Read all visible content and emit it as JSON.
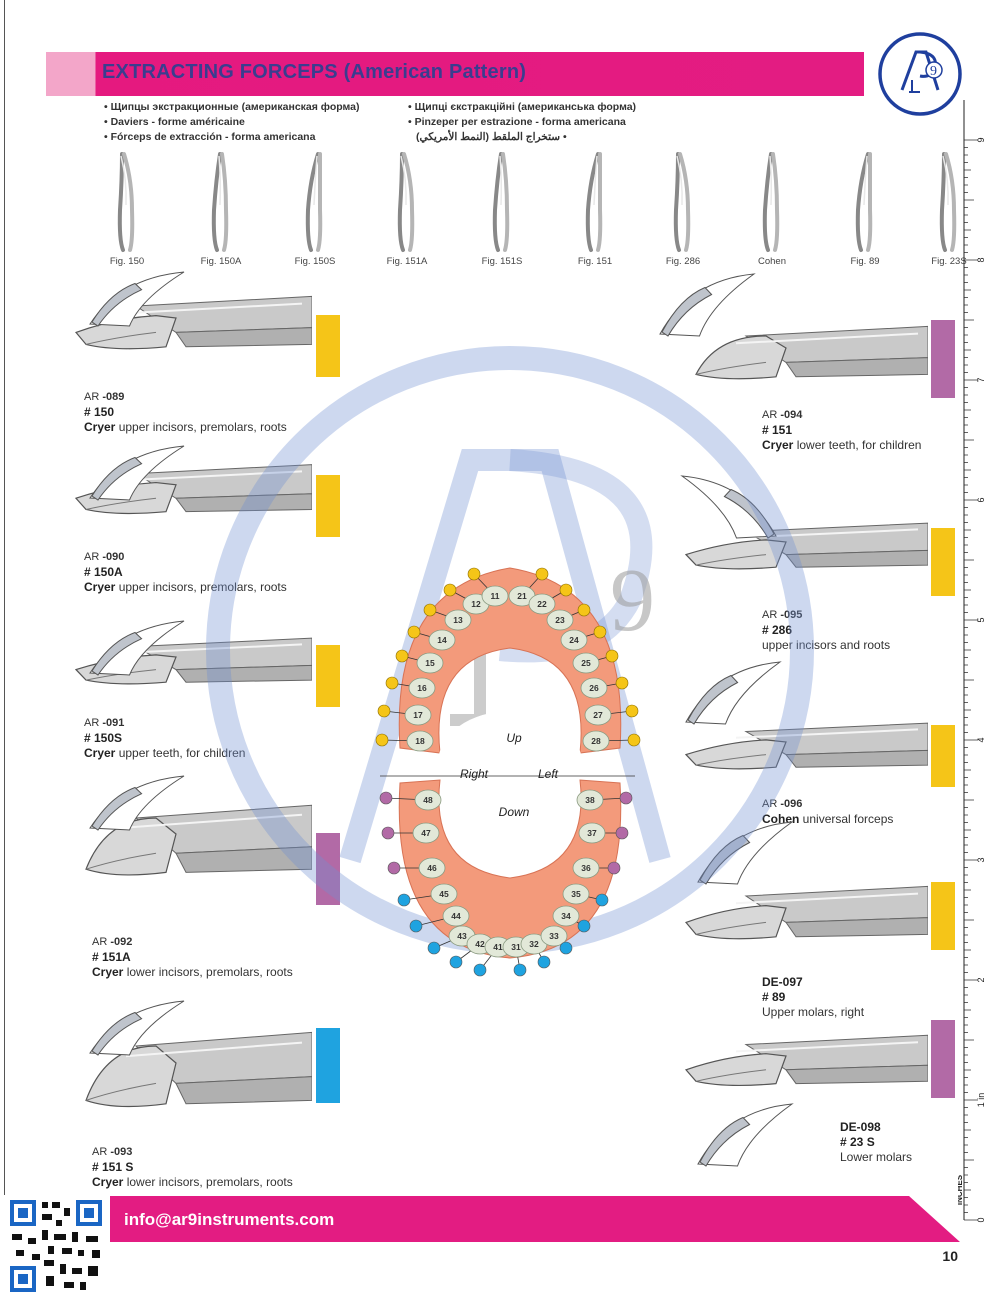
{
  "header": {
    "title": "EXTRACTING FORCEPS (American Pattern)",
    "translations_left": [
      "Щипцы экстракционные (американская форма)",
      "Daviers - forme américaine",
      "Fórceps de extracción - forma americana"
    ],
    "translations_right": [
      "Щипці єкстракційні (американська форма)",
      "Pinzeper per estrazione - forma americana",
      "ستخراج الملقط (النمط الأمريكي)"
    ]
  },
  "figures": [
    "Fig. 150",
    "Fig. 150A",
    "Fig. 150S",
    "Fig. 151A",
    "Fig. 151S",
    "Fig. 151",
    "Fig. 286",
    "Cohen",
    "Fig. 89",
    "Fig. 23S"
  ],
  "products_left": [
    {
      "prefix": "AR",
      "code": "-089",
      "number": "# 150",
      "name": "Cryer",
      "desc": " upper incisors, premolars, roots",
      "color": "#f5c518"
    },
    {
      "prefix": "AR",
      "code": "-090",
      "number": "# 150A",
      "name": "Cryer",
      "desc": " upper incisors, premolars, roots",
      "color": "#f5c518"
    },
    {
      "prefix": "AR",
      "code": "-091",
      "number": "# 150S",
      "name": "Cryer",
      "desc": " upper teeth, for children",
      "color": "#f5c518"
    },
    {
      "prefix": "AR",
      "code": "-092",
      "number": "# 151A",
      "name": "Cryer",
      "desc": " lower incisors, premolars, roots",
      "color": "#b26aa6"
    },
    {
      "prefix": "AR",
      "code": "-093",
      "number": "# 151 S",
      "name": "Cryer",
      "desc": " lower incisors, premolars, roots",
      "color": "#1fa3e0"
    }
  ],
  "products_right": [
    {
      "prefix": "AR",
      "code": "-094",
      "number": "# 151",
      "name": "Cryer",
      "desc": " lower teeth, for children",
      "color": "#b26aa6"
    },
    {
      "prefix": "AR",
      "code": "-095",
      "number": "# 286",
      "name": "",
      "desc": "upper incisors and roots",
      "color": "#f5c518"
    },
    {
      "prefix": "AR",
      "code": "-096",
      "number": "",
      "name": "Cohen",
      "desc": " universal forceps",
      "color": "#f5c518"
    },
    {
      "prefix": "DE",
      "code": "-097",
      "number": "# 89",
      "name": "",
      "desc": "Upper molars, right",
      "color": "#f5c518"
    },
    {
      "prefix": "DE",
      "code": "-098",
      "number": "# 23 S",
      "name": "",
      "desc": "Lower molars",
      "color": "#b26aa6"
    }
  ],
  "dental_chart": {
    "up_label": "Up",
    "down_label": "Down",
    "right_label": "Right",
    "left_label": "Left",
    "upper_teeth": [
      "18",
      "17",
      "16",
      "15",
      "14",
      "13",
      "12",
      "11",
      "21",
      "22",
      "23",
      "24",
      "25",
      "26",
      "27",
      "28"
    ],
    "lower_teeth": [
      "48",
      "47",
      "46",
      "45",
      "44",
      "43",
      "42",
      "41",
      "31",
      "32",
      "33",
      "34",
      "35",
      "36",
      "37",
      "38"
    ],
    "colors": {
      "upper": "#f5c518",
      "molar_lower": "#b26aa6",
      "front_lower": "#1fa3e0"
    }
  },
  "ruler": {
    "marks": [
      "1 in",
      "2",
      "3",
      "4",
      "5",
      "6",
      "7",
      "8",
      "9"
    ],
    "zero": "0",
    "unit": "INCHES"
  },
  "logo": {
    "text": "AR9"
  },
  "footer": {
    "email": "info@ar9instruments.com",
    "page": "10"
  },
  "colors": {
    "magenta": "#e31c82",
    "pink": "#f3a6c9",
    "navy": "#3a3d8f",
    "yellow": "#f5c518",
    "purple": "#b26aa6",
    "blue": "#1fa3e0"
  }
}
